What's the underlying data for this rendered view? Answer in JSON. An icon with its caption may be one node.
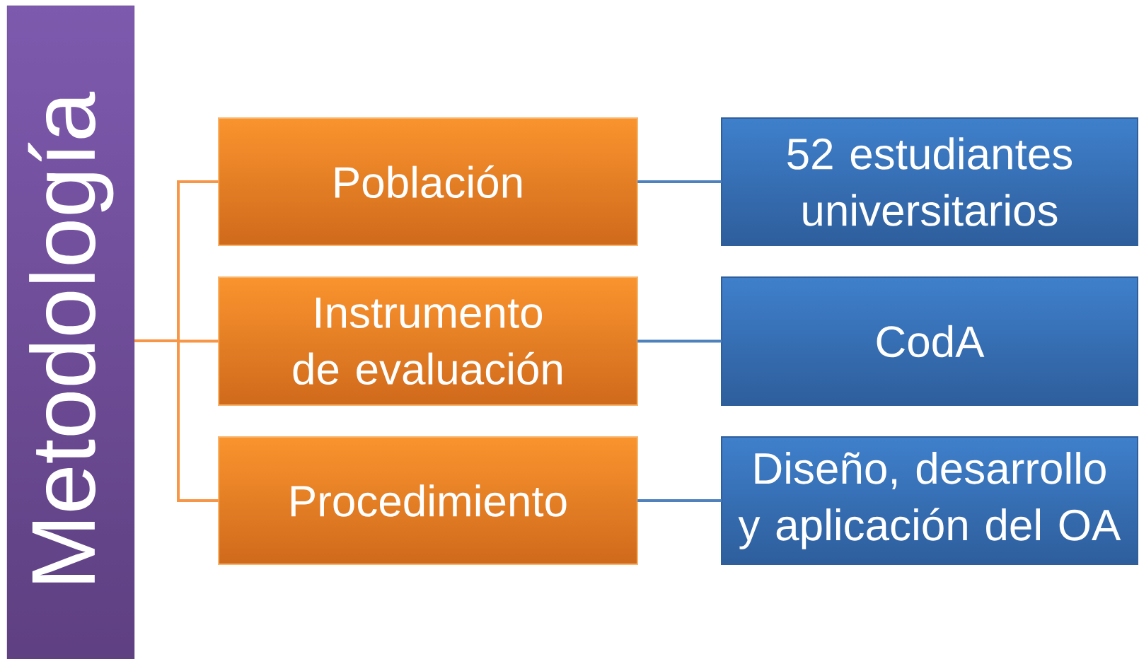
{
  "diagram": {
    "nodes": [
      {
        "text": [
          "Metodología"
        ]
      },
      {
        "text": [
          "Población"
        ]
      },
      {
        "text": [
          "Instrumento de evaluación"
        ]
      },
      {
        "text": [
          "Procedimiento"
        ]
      },
      {
        "text": [
          "52 estudiantes universitarios"
        ]
      },
      {
        "text": [
          "CodA"
        ]
      },
      {
        "text": [
          "Diseño, desarrollo y aplicación del OA"
        ]
      }
    ],
    "edges": [
      {
        "from": 0,
        "to": 1,
        "arrow": "none",
        "color": "#f79646"
      },
      {
        "from": 0,
        "to": 2,
        "arrow": "none",
        "color": "#f79646"
      },
      {
        "from": 0,
        "to": 3,
        "arrow": "none",
        "color": "#f79646"
      },
      {
        "from": 1,
        "to": 4,
        "arrow": "none",
        "color": "#4f81bd"
      },
      {
        "from": 2,
        "to": 5,
        "arrow": "none",
        "color": "#4f81bd"
      },
      {
        "from": 3,
        "to": 6,
        "arrow": "none",
        "color": "#4f81bd"
      }
    ]
  }
}
